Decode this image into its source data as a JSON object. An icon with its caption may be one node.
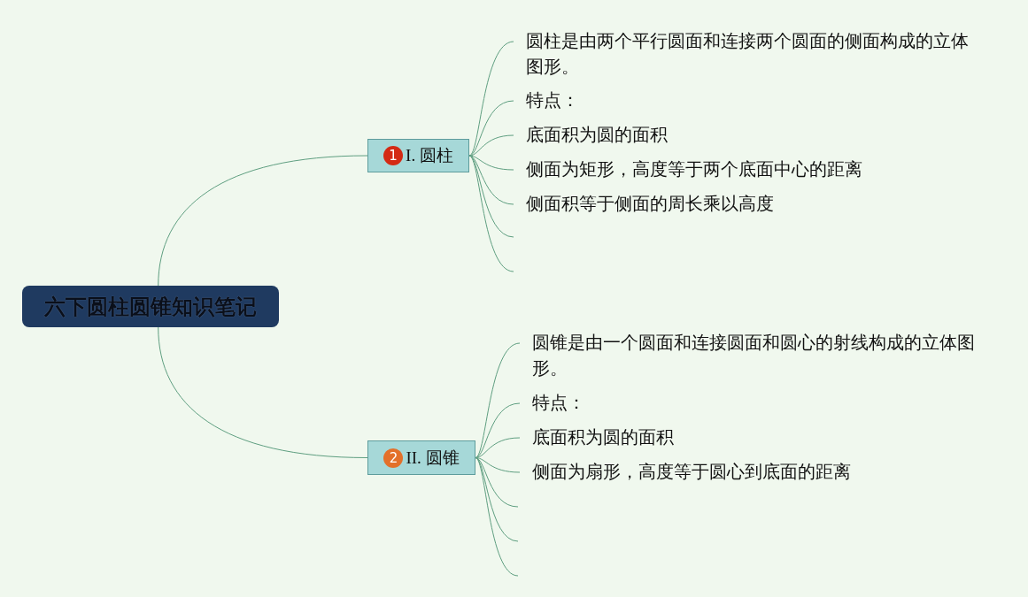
{
  "diagram": {
    "nodes": [
      {
        "text": [
          "六下圆柱圆锥知识笔记"
        ]
      },
      {
        "text": [
          "1",
          "I. 圆柱"
        ]
      },
      {
        "text": [
          "圆柱是由两个平行圆面和连接两个圆面的侧面构成的立体图形。"
        ]
      },
      {
        "text": [
          "特点："
        ]
      },
      {
        "text": [
          "底面积为圆的面积"
        ]
      },
      {
        "text": [
          "侧面为矩形，高度等于两个底面中心的距离"
        ]
      },
      {
        "text": [
          "侧面积等于侧面的周长乘以高度"
        ]
      },
      {
        "text": [
          "2",
          "II. 圆锥"
        ]
      },
      {
        "text": [
          "圆锥是由一个圆面和连接圆面和圆心的射线构成的立体图形。"
        ]
      },
      {
        "text": [
          "特点："
        ]
      },
      {
        "text": [
          "底面积为圆的面积"
        ]
      },
      {
        "text": [
          "侧面为扇形，高度等于圆心到底面的距离"
        ]
      }
    ],
    "edges": [
      {
        "from": 0,
        "to": 1,
        "arrow": "none"
      },
      {
        "from": 1,
        "to": 2,
        "arrow": "none"
      },
      {
        "from": 1,
        "to": 3,
        "arrow": "none"
      },
      {
        "from": 1,
        "to": 4,
        "arrow": "none"
      },
      {
        "from": 1,
        "to": 5,
        "arrow": "none"
      },
      {
        "from": 1,
        "to": 6,
        "arrow": "none"
      },
      {
        "from": 1,
        "to": null,
        "arrow": "none"
      },
      {
        "from": 1,
        "to": null,
        "arrow": "none"
      },
      {
        "from": 0,
        "to": 7,
        "arrow": "none"
      },
      {
        "from": 7,
        "to": 8,
        "arrow": "none"
      },
      {
        "from": 7,
        "to": 9,
        "arrow": "none"
      },
      {
        "from": 7,
        "to": 10,
        "arrow": "none"
      },
      {
        "from": 7,
        "to": 11,
        "arrow": "none"
      },
      {
        "from": 7,
        "to": null,
        "arrow": "none"
      },
      {
        "from": 7,
        "to": null,
        "arrow": "none"
      },
      {
        "from": 7,
        "to": null,
        "arrow": "none"
      }
    ]
  }
}
